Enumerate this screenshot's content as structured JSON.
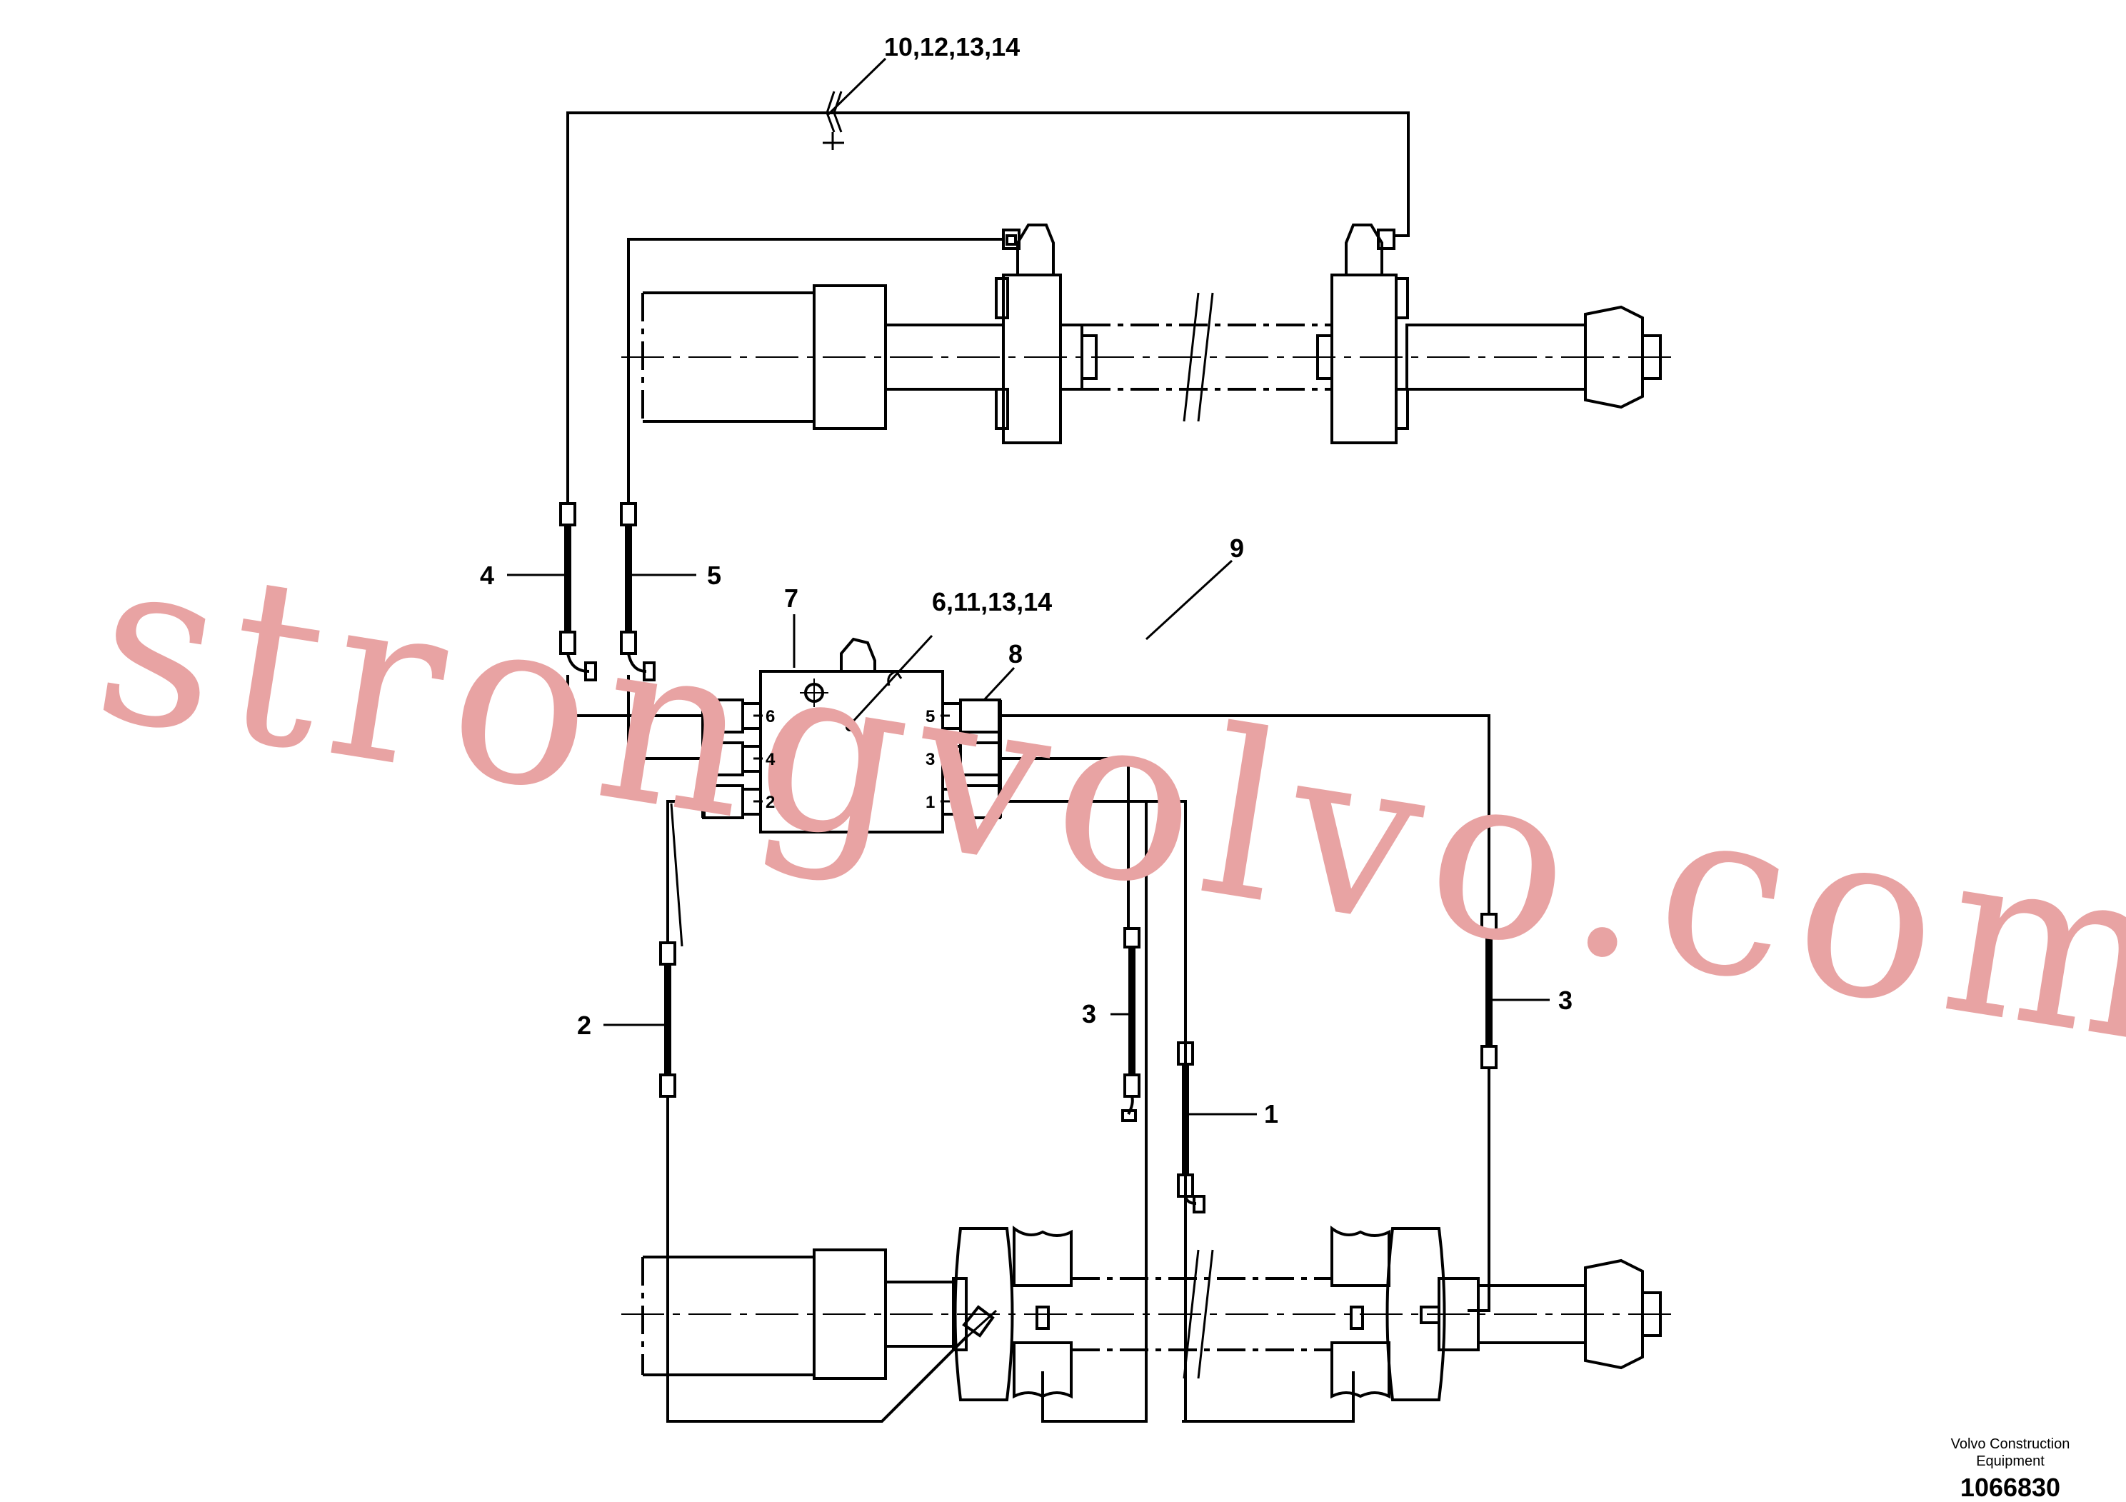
{
  "watermark": "strongvolvo.com",
  "callouts": {
    "c_10_12_13_14": "10,12,13,14",
    "c_9": "9",
    "c_7": "7",
    "c_6_11_13_14": "6,11,13,14",
    "c_8": "8",
    "c_4": "4",
    "c_5": "5",
    "c_2": "2",
    "c_3_left": "3",
    "c_3_right": "3",
    "c_1": "1"
  },
  "ports": {
    "p6": "6",
    "p4": "4",
    "p2": "2",
    "p5": "5",
    "p3": "3",
    "p1": "1"
  },
  "footer": {
    "company_line1": "Volvo Construction",
    "company_line2": "Equipment",
    "doc_number": "1066830"
  },
  "colors": {
    "line": "#000000",
    "watermark": "#e8a3a3"
  }
}
